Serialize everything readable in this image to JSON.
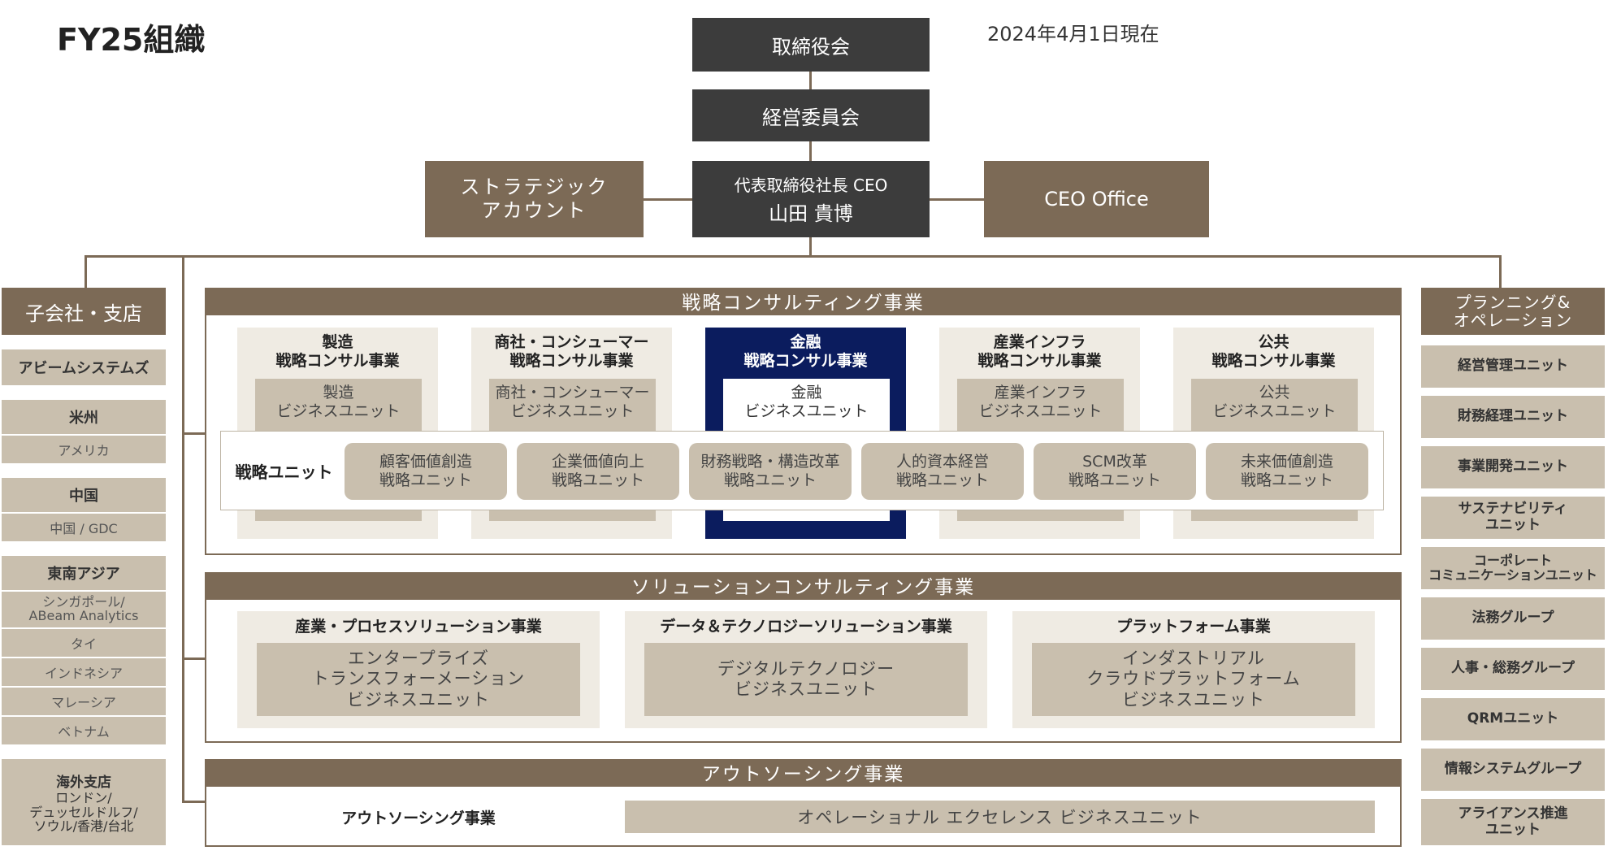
{
  "title": "FY25組織",
  "date": "2024年4月1日現在",
  "board": "取締役会",
  "exec_committee": "経営委員会",
  "ceo": {
    "role": "代表取締役社長 CEO",
    "name": "山田 貴博"
  },
  "strategic_account": "ストラテジック\nアカウント",
  "ceo_office": "CEO Office",
  "subsidiaries": {
    "header": "子会社・支店",
    "abeam_systems": "アビームシステムズ",
    "us": {
      "title": "米州",
      "items": [
        "アメリカ"
      ]
    },
    "china": {
      "title": "中国",
      "items": [
        "中国 / GDC"
      ]
    },
    "sea": {
      "title": "東南アジア",
      "items": [
        "シンガポール/\nABeam Analytics",
        "タイ",
        "インドネシア",
        "マレーシア",
        "ベトナム"
      ]
    },
    "overseas": {
      "title": "海外支店",
      "detail": "ロンドン/\nデュッセルドルフ/\nソウル/香港/台北"
    }
  },
  "strategy_consulting": {
    "header": "戦略コンサルティング事業",
    "businesses": [
      {
        "title": "製造\n戦略コンサル事業",
        "unit": "製造\nビジネスユニット"
      },
      {
        "title": "商社・コンシューマー\n戦略コンサル事業",
        "unit": "商社・コンシューマー\nビジネスユニット"
      },
      {
        "title": "金融\n戦略コンサル事業",
        "unit": "金融\nビジネスユニット"
      },
      {
        "title": "産業インフラ\n戦略コンサル事業",
        "unit": "産業インフラ\nビジネスユニット"
      },
      {
        "title": "公共\n戦略コンサル事業",
        "unit": "公共\nビジネスユニット"
      }
    ],
    "strategy_units_label": "戦略ユニット",
    "strategy_units": [
      "顧客価値創造\n戦略ユニット",
      "企業価値向上\n戦略ユニット",
      "財務戦略・構造改革\n戦略ユニット",
      "人的資本経営\n戦略ユニット",
      "SCM改革\n戦略ユニット",
      "未来価値創造\n戦略ユニット"
    ]
  },
  "solution_consulting": {
    "header": "ソリューションコンサルティング事業",
    "businesses": [
      {
        "title": "産業・プロセスソリューション事業",
        "unit": "エンタープライズ\nトランスフォーメーション\nビジネスユニット"
      },
      {
        "title": "データ＆テクノロジーソリューション事業",
        "unit": "デジタルテクノロジー\nビジネスユニット"
      },
      {
        "title": "プラットフォーム事業",
        "unit": "インダストリアル\nクラウドプラットフォーム\nビジネスユニット"
      }
    ]
  },
  "outsourcing": {
    "header": "アウトソーシング事業",
    "label": "アウトソーシング事業",
    "unit": "オペレーショナル エクセレンス ビジネスユニット"
  },
  "planning": {
    "header": "プランニング&\nオペレーション",
    "items": [
      "経営管理ユニット",
      "財務経理ユニット",
      "事業開発ユニット",
      "サステナビリティ\nユニット",
      "コーポレート\nコミュニケーションユニット",
      "法務グループ",
      "人事・総務グループ",
      "QRMユニット",
      "情報システムグループ",
      "アライアンス推進\nユニット"
    ]
  }
}
